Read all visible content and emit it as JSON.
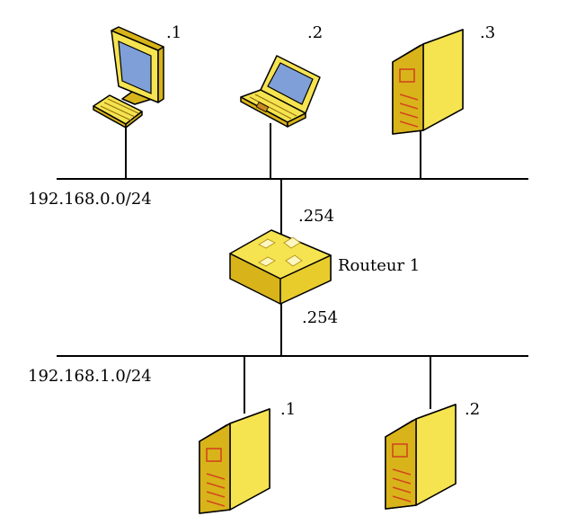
{
  "networks": [
    {
      "label": "192.168.0.0/24"
    },
    {
      "label": "192.168.1.0/24"
    }
  ],
  "hosts": {
    "pc": {
      "type": "desktop",
      "suffix": ".1",
      "icon": "desktop-computer-icon"
    },
    "laptop": {
      "type": "laptop",
      "suffix": ".2",
      "icon": "laptop-icon"
    },
    "server3": {
      "type": "server",
      "suffix": ".3",
      "icon": "server-icon"
    },
    "server_b1": {
      "type": "server",
      "suffix": ".1",
      "icon": "server-icon"
    },
    "server_b2": {
      "type": "server",
      "suffix": ".2",
      "icon": "server-icon"
    }
  },
  "router": {
    "name": "Routeur 1",
    "icon": "router-icon",
    "top_interface": ".254",
    "bottom_interface": ".254"
  },
  "colors": {
    "device_light": "#f5e350",
    "device_dark": "#d8b41a",
    "screen": "#7f9fd8",
    "server_stripes": "#d4461e"
  }
}
